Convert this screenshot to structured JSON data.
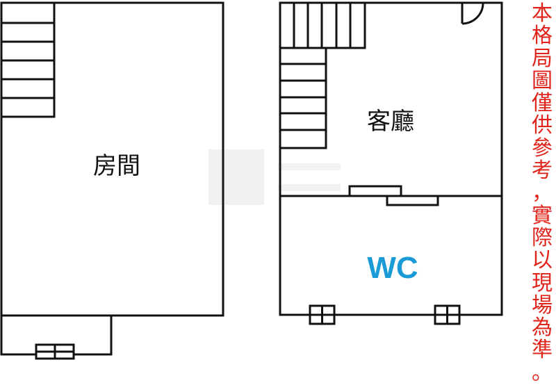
{
  "rooms": {
    "bedroom": "房間",
    "living_room": "客廳",
    "wc": "WC"
  },
  "note": "本格局圖僅供參考，實際以現場為準。",
  "colors": {
    "wall": "#111111",
    "note": "#e0241b",
    "wc": "#1a9ad6"
  }
}
